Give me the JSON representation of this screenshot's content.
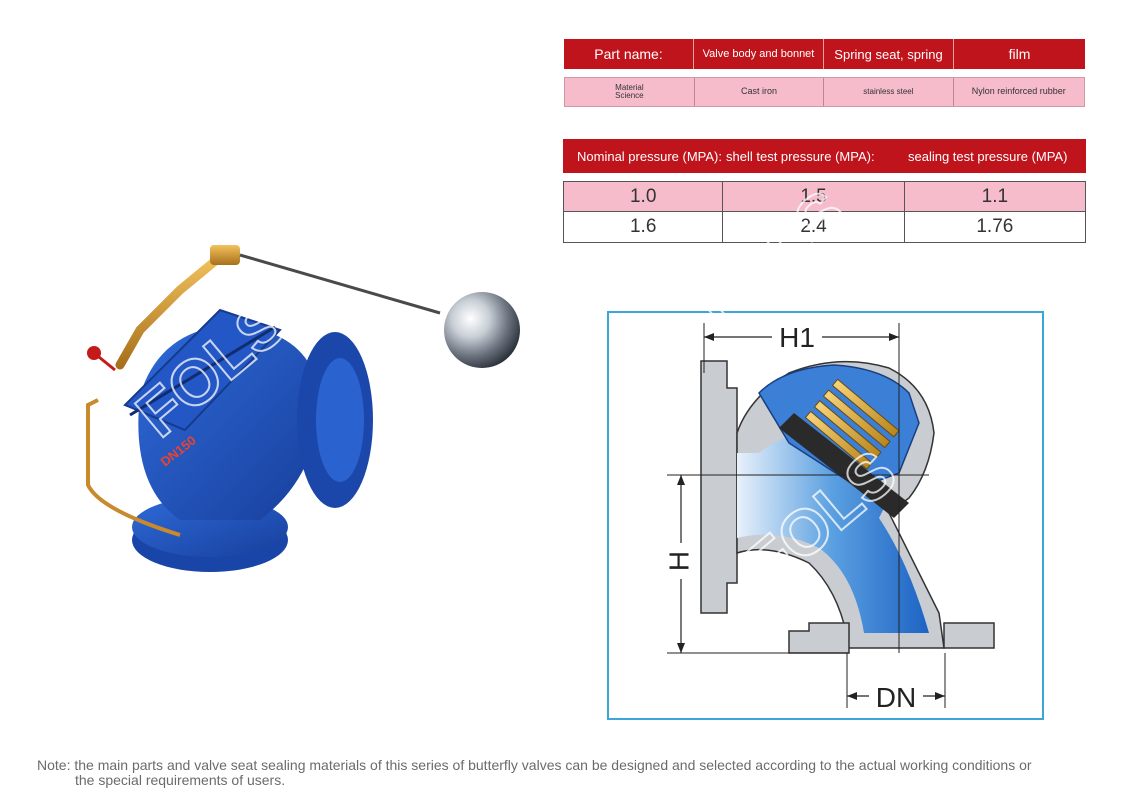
{
  "materials_table": {
    "headers": [
      "Part name:",
      "Valve body and bonnet",
      "Spring seat, spring",
      "film"
    ],
    "row": [
      "Material Science",
      "Cast iron",
      "stainless steel",
      "Nylon reinforced rubber"
    ]
  },
  "pressure_table": {
    "headers": [
      "Nominal pressure (MPA):",
      "shell test pressure (MPA):",
      "sealing test pressure (MPA)"
    ],
    "rows": [
      [
        "1.0",
        "1.5",
        "1.1"
      ],
      [
        "1.6",
        "2.4",
        "1.76"
      ]
    ]
  },
  "valve_photo": {
    "body_marking": "DN150"
  },
  "diagram": {
    "labels": {
      "h1": "H1",
      "h": "H",
      "dn": "DN"
    }
  },
  "watermark": {
    "text": "FOLS"
  },
  "note": {
    "line1": "Note: the main parts and valve seat sealing materials of this series of butterfly valves can be designed and selected according to the actual working conditions or",
    "line2": "the special requirements of users."
  },
  "colors": {
    "header_red": "#c0141c",
    "row_pink": "#f6bccb",
    "frame_blue": "#3da6d8",
    "valve_blue": "#1f4fb5"
  }
}
